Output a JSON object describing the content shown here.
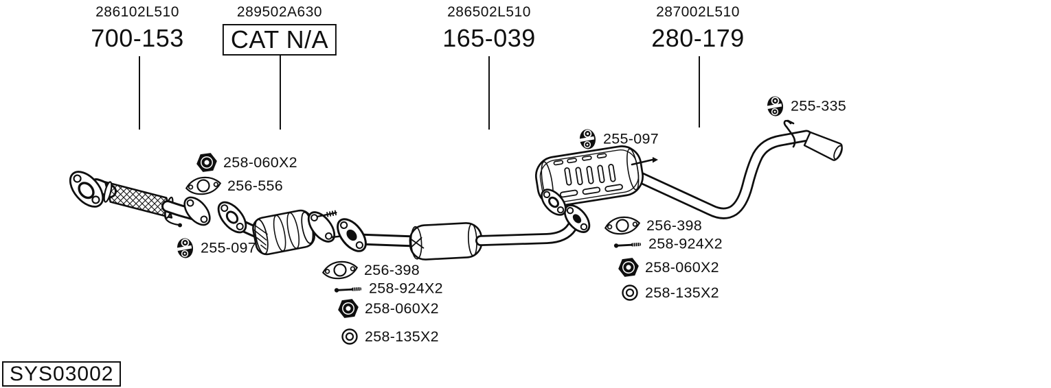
{
  "diagram": {
    "id_label": "SYS03002",
    "ink_color": "#0f0f0f",
    "background_color": "#ffffff",
    "sections": [
      {
        "oem_number": "286102L510",
        "part_number": "700-153",
        "boxed": false,
        "component": "front-flex-pipe"
      },
      {
        "oem_number": "289502A630",
        "part_number": "CAT N/A",
        "boxed": true,
        "component": "catalytic-converter"
      },
      {
        "oem_number": "286502L510",
        "part_number": "165-039",
        "boxed": false,
        "component": "center-resonator-pipe"
      },
      {
        "oem_number": "287002L510",
        "part_number": "280-179",
        "boxed": false,
        "component": "rear-muffler-tailpipe"
      }
    ],
    "callouts": [
      {
        "icon": "hex-nut-icon",
        "label": "258-060X2"
      },
      {
        "icon": "gasket-icon",
        "label": "256-556"
      },
      {
        "icon": "rubber-hanger-icon",
        "label": "255-097"
      },
      {
        "icon": "gasket-icon",
        "label": "256-398"
      },
      {
        "icon": "bolt-icon",
        "label": "258-924X2"
      },
      {
        "icon": "hex-nut-icon",
        "label": "258-060X2"
      },
      {
        "icon": "washer-icon",
        "label": "258-135X2"
      },
      {
        "icon": "rubber-hanger-icon",
        "label": "255-097"
      },
      {
        "icon": "gasket-icon",
        "label": "256-398"
      },
      {
        "icon": "bolt-icon",
        "label": "258-924X2"
      },
      {
        "icon": "hex-nut-icon",
        "label": "258-060X2"
      },
      {
        "icon": "washer-icon",
        "label": "258-135X2"
      },
      {
        "icon": "rubber-hanger-icon",
        "label": "255-335"
      }
    ]
  }
}
